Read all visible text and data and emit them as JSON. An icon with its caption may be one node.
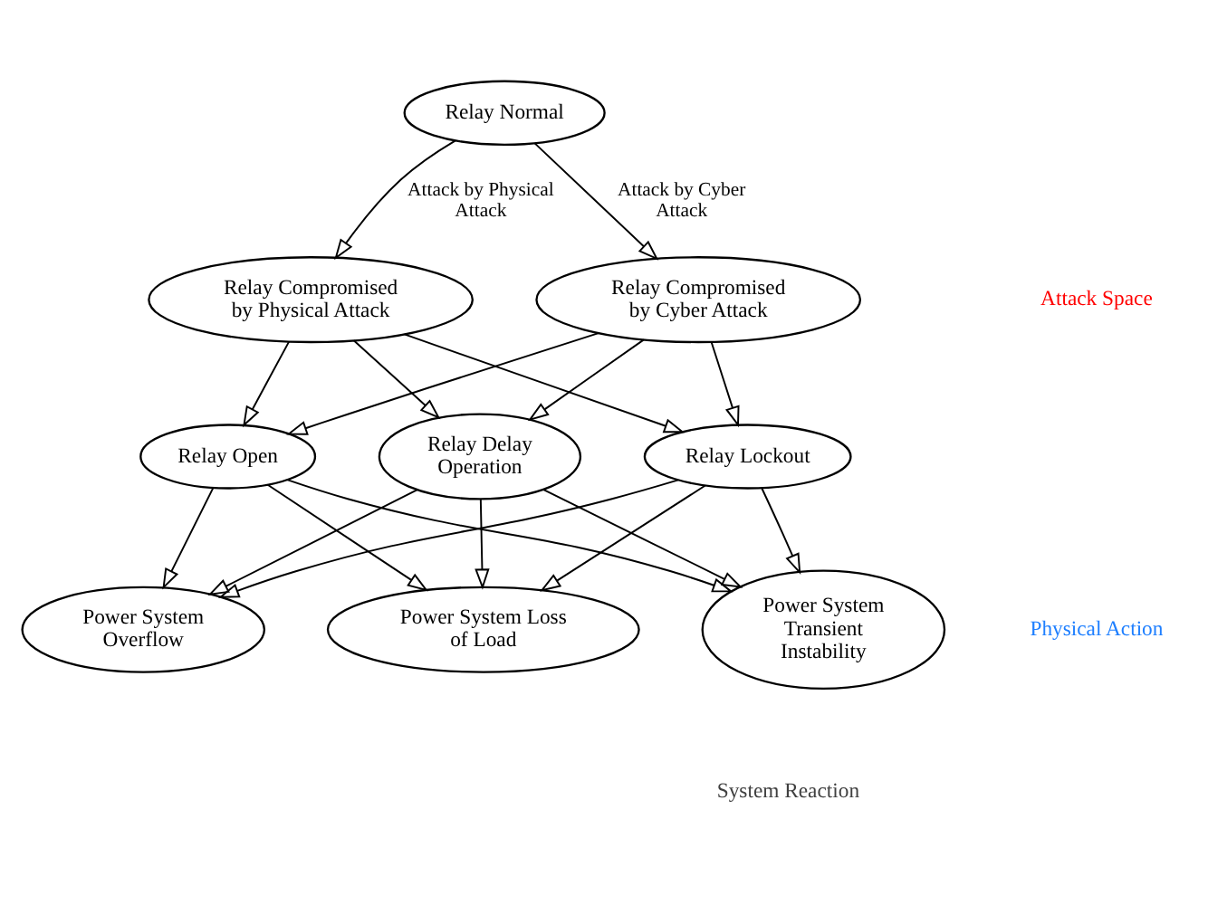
{
  "diagram": {
    "nodes": [
      {
        "text": [
          "Relay Normal"
        ]
      },
      {
        "text": [
          "Relay Compromised by Cyber Attack"
        ]
      },
      {
        "text": [
          "Relay Compromised by Physical Attack"
        ]
      },
      {
        "text": [
          "Relay Lockout"
        ]
      },
      {
        "text": [
          "Relay Open"
        ]
      },
      {
        "text": [
          "Relay Delay Operation"
        ]
      },
      {
        "text": [
          "Power System Loss of Load"
        ]
      },
      {
        "text": [
          "Power System Overflow"
        ]
      },
      {
        "text": [
          "Power System Transient Instability"
        ]
      }
    ],
    "edges": [
      {
        "from": 0,
        "to": 1,
        "arrow": "to",
        "label": "Attack by Cyber Attack"
      },
      {
        "from": 0,
        "to": 2,
        "arrow": "to",
        "label": "Attack by Physical Attack"
      },
      {
        "from": 1,
        "to": 3,
        "arrow": "to"
      },
      {
        "from": 1,
        "to": 4,
        "arrow": "to"
      },
      {
        "from": 1,
        "to": 5,
        "arrow": "to"
      },
      {
        "from": 2,
        "to": 3,
        "arrow": "to"
      },
      {
        "from": 2,
        "to": 4,
        "arrow": "to"
      },
      {
        "from": 2,
        "to": 5,
        "arrow": "to"
      },
      {
        "from": 3,
        "to": 6,
        "arrow": "to"
      },
      {
        "from": 3,
        "to": 7,
        "arrow": "to"
      },
      {
        "from": 3,
        "to": 8,
        "arrow": "to"
      },
      {
        "from": 4,
        "to": 6,
        "arrow": "to"
      },
      {
        "from": 4,
        "to": 7,
        "arrow": "to"
      },
      {
        "from": 4,
        "to": 8,
        "arrow": "to"
      },
      {
        "from": 5,
        "to": 6,
        "arrow": "to"
      },
      {
        "from": 5,
        "to": 7,
        "arrow": "to"
      },
      {
        "from": 5,
        "to": 8,
        "arrow": "to"
      }
    ],
    "labels": [
      "Attack Space",
      "Physical Action",
      "System Reaction"
    ]
  }
}
